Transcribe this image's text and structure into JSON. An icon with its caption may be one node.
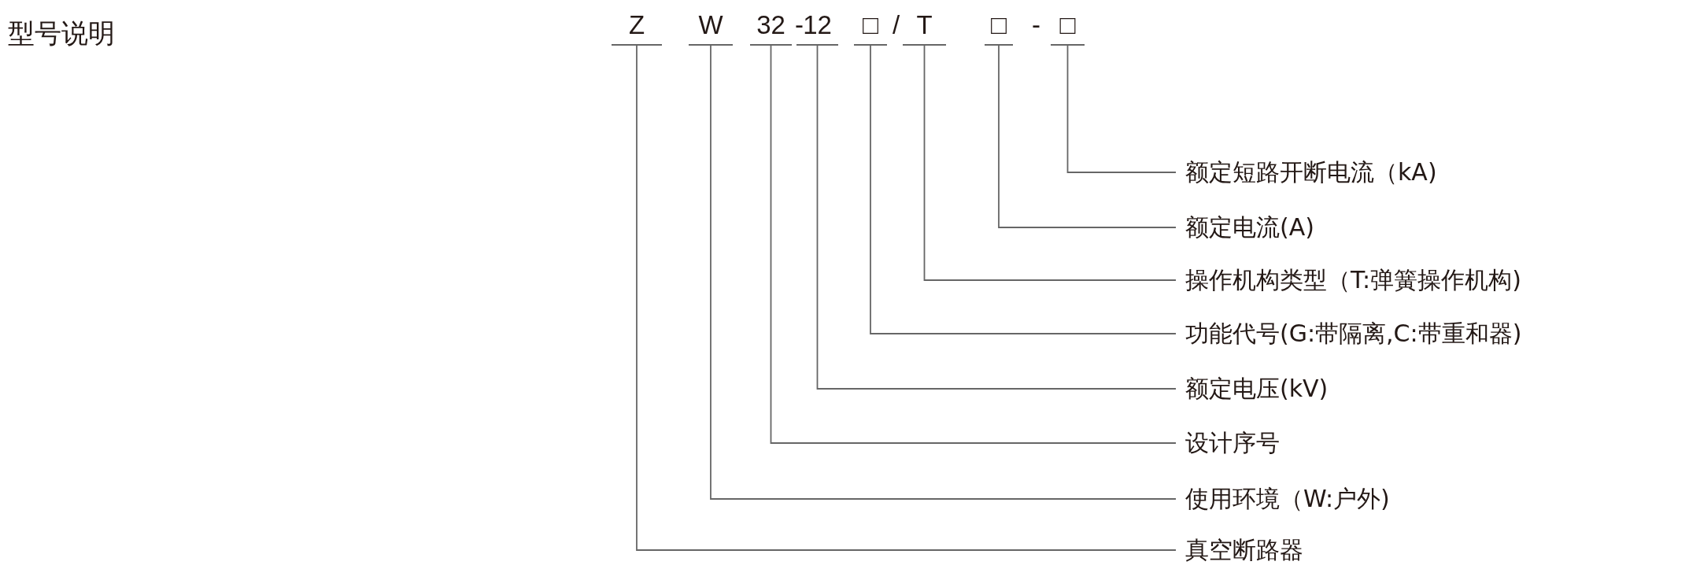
{
  "diagram": {
    "title": "型号说明",
    "nodes": [
      {
        "text": [
          "Z"
        ]
      },
      {
        "text": [
          "W"
        ]
      },
      {
        "text": [
          "32"
        ]
      },
      {
        "text": [
          "12"
        ]
      },
      {
        "text": [
          "□"
        ]
      },
      {
        "text": [
          "T"
        ]
      },
      {
        "text": [
          "□"
        ]
      },
      {
        "text": [
          "□"
        ]
      },
      {
        "text": [
          "额定短路开断电流（kA)"
        ]
      },
      {
        "text": [
          "额定电流(A)"
        ]
      },
      {
        "text": [
          "操作机构类型（T:弹簧操作机构)"
        ]
      },
      {
        "text": [
          "功能代号(G:带隔离,C:带重和器)"
        ]
      },
      {
        "text": [
          "额定电压(kV)"
        ]
      },
      {
        "text": [
          "设计序号"
        ]
      },
      {
        "text": [
          "使用环境（W:户外)"
        ]
      },
      {
        "text": [
          "真空断路器"
        ]
      }
    ],
    "edges": [
      {
        "from": 7,
        "to": 8,
        "arrow": "none"
      },
      {
        "from": 6,
        "to": 9,
        "arrow": "none"
      },
      {
        "from": 5,
        "to": 10,
        "arrow": "none"
      },
      {
        "from": 4,
        "to": 11,
        "arrow": "none"
      },
      {
        "from": 3,
        "to": 12,
        "arrow": "none"
      },
      {
        "from": 2,
        "to": 13,
        "arrow": "none"
      },
      {
        "from": 1,
        "to": 14,
        "arrow": "none"
      },
      {
        "from": 0,
        "to": 15,
        "arrow": "none"
      }
    ],
    "labels": [
      "-",
      "/",
      "-"
    ]
  }
}
